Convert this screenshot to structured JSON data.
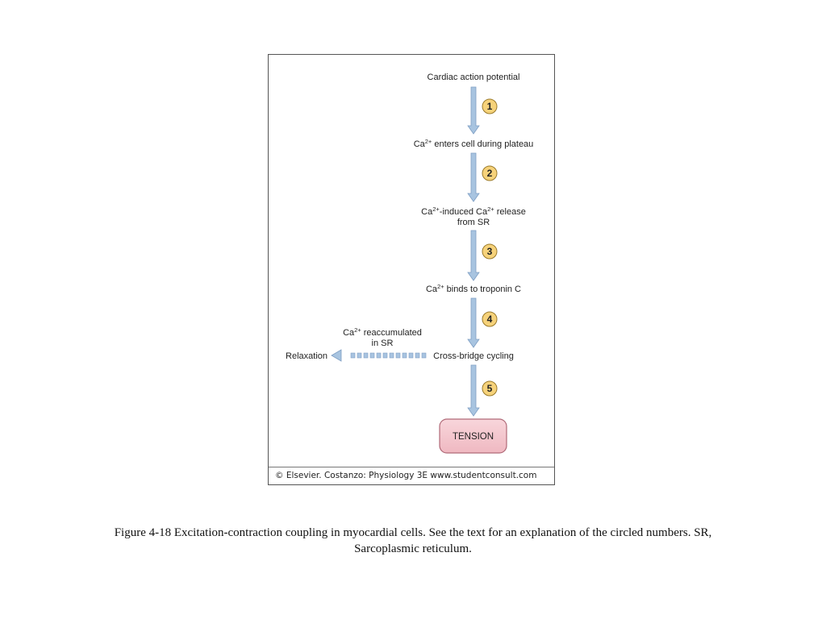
{
  "diagram": {
    "steps": [
      {
        "parts": [
          {
            "t": "Cardiac action potential"
          }
        ]
      },
      {
        "parts": [
          {
            "t": "Ca"
          },
          {
            "sup": "2+"
          },
          {
            "t": " enters cell during plateau"
          }
        ]
      },
      {
        "parts": [
          {
            "t": "Ca"
          },
          {
            "sup": "2+"
          },
          {
            "t": "-induced Ca"
          },
          {
            "sup": "2+"
          },
          {
            "t": " release"
          }
        ],
        "line2": "from SR"
      },
      {
        "parts": [
          {
            "t": "Ca"
          },
          {
            "sup": "2+"
          },
          {
            "t": " binds to troponin C"
          }
        ]
      },
      {
        "parts": [
          {
            "t": "Cross-bridge cycling"
          }
        ]
      }
    ],
    "step_numbers": [
      "1",
      "2",
      "3",
      "4",
      "5"
    ],
    "side_branch": {
      "label_parts": [
        {
          "t": "Ca"
        },
        {
          "sup": "2+"
        },
        {
          "t": " reaccumulated"
        }
      ],
      "label_line2": "in SR",
      "target": "Relaxation"
    },
    "outcome": "TENSION",
    "credit": "© Elsevier. Costanzo: Physiology 3E www.studentconsult.com"
  },
  "caption": {
    "line1": "Figure 4-18 Excitation-contraction coupling in myocardial cells. See the text for an explanation of the circled numbers. SR,",
    "line2": "Sarcoplasmic reticulum."
  },
  "colors": {
    "arrow_fill": "#a8c4e0",
    "arrow_stroke": "#7f9fc4",
    "circle_fill": "#f6d27a",
    "circle_stroke": "#9a7a2a",
    "tension_fill": "#f3c6cd",
    "tension_stroke": "#b06a78"
  }
}
